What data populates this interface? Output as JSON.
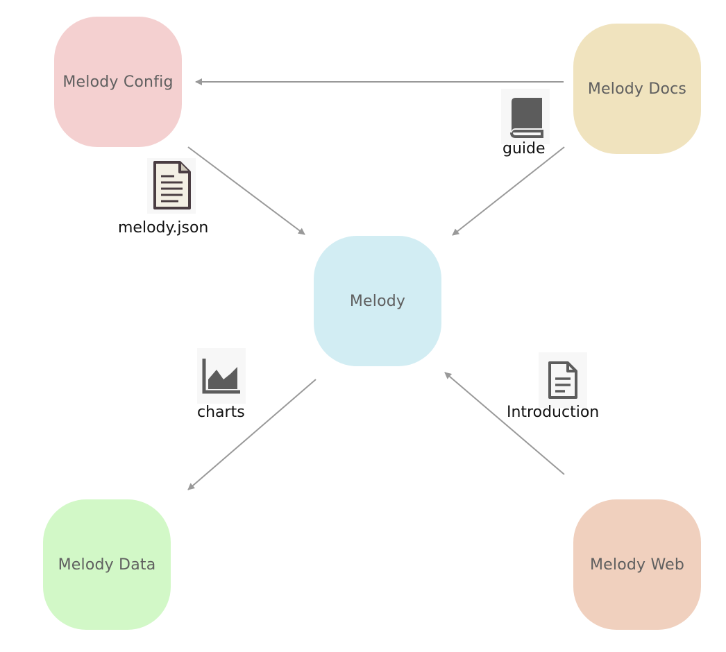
{
  "colors": {
    "config": "#f4d0d0",
    "docs": "#f0e3be",
    "center": "#d2edf3",
    "data": "#d2f8c7",
    "web": "#f0d0be",
    "edge": "#999999"
  },
  "nodes": {
    "config": "Melody Config",
    "docs": "Melody Docs",
    "center": "Melody",
    "data": "Melody Data",
    "web": "Melody Web"
  },
  "edges": {
    "config_to_center": {
      "label": "melody.json",
      "icon": "file-text-icon"
    },
    "docs_to_center": {
      "label": "guide",
      "icon": "book-icon"
    },
    "center_to_data": {
      "label": "charts",
      "icon": "area-chart-icon"
    },
    "web_to_center": {
      "label": "Introduction",
      "icon": "document-icon"
    },
    "docs_to_config": {
      "label": ""
    }
  }
}
